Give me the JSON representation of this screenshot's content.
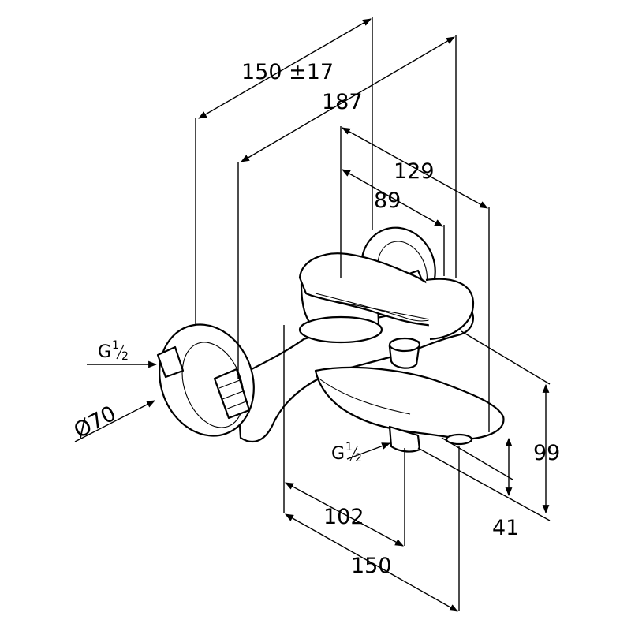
{
  "dimensions": {
    "wall_offset": "150 ±17",
    "total_depth": "187",
    "spout_reach": "129",
    "lever_reach": "89",
    "height_total": "99",
    "height_spout": "41",
    "width_to_outlet": "102",
    "width_total": "150",
    "rosette_diameter": "Ø70"
  },
  "connections": {
    "inlet_label": "G",
    "inlet_fraction_num": "1",
    "inlet_fraction_den": "2",
    "outlet_label": "G",
    "outlet_fraction_num": "1",
    "outlet_fraction_den": "2"
  }
}
